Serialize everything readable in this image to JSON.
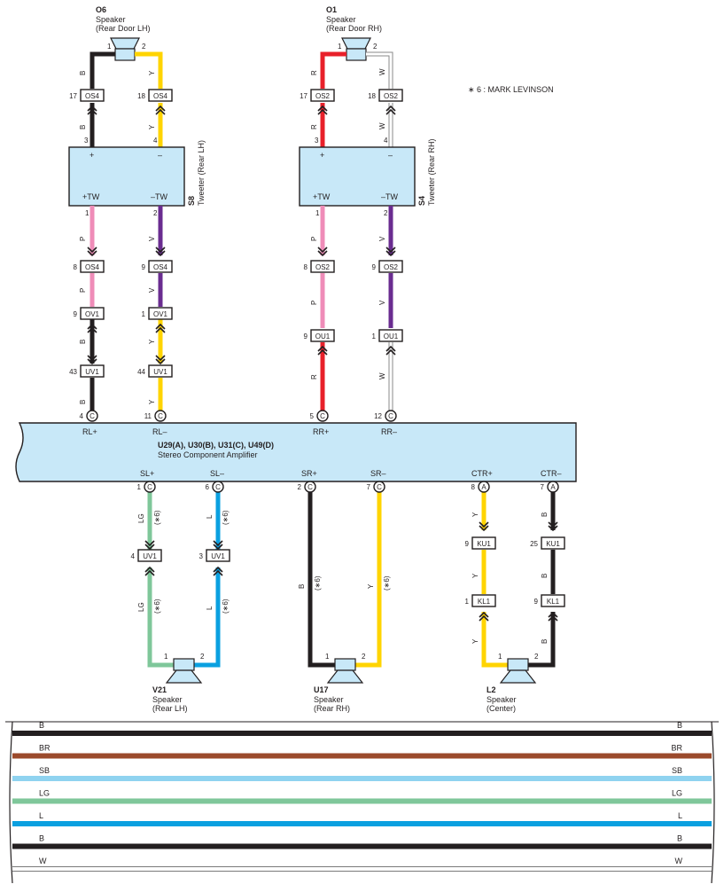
{
  "note": "∗ 6 : MARK LEVINSON",
  "speakers": {
    "o6": {
      "code": "O6",
      "line1": "Speaker",
      "line2": "(Rear Door LH)"
    },
    "o1": {
      "code": "O1",
      "line1": "Speaker",
      "line2": "(Rear Door RH)"
    },
    "v21": {
      "code": "V21",
      "line1": "Speaker",
      "line2": "(Rear LH)"
    },
    "u17": {
      "code": "U17",
      "line1": "Speaker",
      "line2": "(Rear RH)"
    },
    "l2": {
      "code": "L2",
      "line1": "Speaker",
      "line2": "(Center)"
    }
  },
  "tweeters": {
    "s8": {
      "code": "S8",
      "name": "Tweeter (Rear LH)",
      "plus": "+",
      "minus": "–",
      "tw_plus": "+TW",
      "tw_minus": "–TW"
    },
    "s4": {
      "code": "S4",
      "name": "Tweeter (Rear RH)",
      "plus": "+",
      "minus": "–",
      "tw_plus": "+TW",
      "tw_minus": "–TW"
    }
  },
  "amplifier": {
    "title": "U29(A), U30(B), U31(C), U49(D)",
    "name": "Stereo Component Amplifier",
    "terminals_top": [
      "RL+",
      "RL–",
      "RR+",
      "RR–"
    ],
    "terminals_bottom": [
      "SL+",
      "SL–",
      "SR+",
      "SR–",
      "CTR+",
      "CTR–"
    ]
  },
  "connectors": {
    "os4": "OS4",
    "os2": "OS2",
    "ov1": "OV1",
    "uv1": "UV1",
    "ou1": "OU1",
    "ku1": "KU1",
    "kl1": "KL1",
    "c": "C",
    "a": "A"
  },
  "pins": {
    "o6_1": "1",
    "o6_2": "2",
    "o1_1": "1",
    "o1_2": "2",
    "os4_17": "17",
    "os4_18": "18",
    "os2_17": "17",
    "os2_18": "18",
    "s8_3": "3",
    "s8_4": "4",
    "s8_1": "1",
    "s8_2": "2",
    "s4_3": "3",
    "s4_4": "4",
    "s4_1": "1",
    "s4_2": "2",
    "os4_8": "8",
    "os4_9": "9",
    "os2_8": "8",
    "os2_9": "9",
    "ov1_9": "9",
    "ov1_1": "1",
    "ou1_9": "9",
    "ou1_1": "1",
    "uv1_43": "43",
    "uv1_44": "44",
    "amp_4": "4",
    "amp_11": "11",
    "amp_5": "5",
    "amp_12": "12",
    "amp_1": "1",
    "amp_6": "6",
    "amp_2": "2",
    "amp_7": "7",
    "amp_8": "8",
    "amp_7b": "7",
    "uv1_4": "4",
    "uv1_3": "3",
    "ku1_9": "9",
    "ku1_25": "25",
    "kl1_1": "1",
    "kl1_9": "9",
    "v21_1": "1",
    "v21_2": "2",
    "u17_1": "1",
    "u17_2": "2",
    "l2_1": "1",
    "l2_2": "2"
  },
  "wire_labels": {
    "b": "B",
    "y": "Y",
    "r": "R",
    "w": "W",
    "p": "P",
    "v": "V",
    "lg": "LG",
    "l": "L",
    "note6": "(∗6)"
  },
  "legend": [
    {
      "code": "B",
      "color": "#231f20"
    },
    {
      "code": "BR",
      "color": "#9b4a2c"
    },
    {
      "code": "SB",
      "color": "#8fd3f0"
    },
    {
      "code": "LG",
      "color": "#7fc79a"
    },
    {
      "code": "L",
      "color": "#0aa0e0"
    },
    {
      "code": "B",
      "color": "#231f20"
    },
    {
      "code": "W",
      "color": "#ffffff"
    }
  ],
  "colors": {
    "black": "#231f20",
    "yellow": "#ffd400",
    "red": "#e8202a",
    "pink": "#ef8cb8",
    "violet": "#6a2c90",
    "lightgreen": "#7fc79a",
    "blue": "#0aa0e0",
    "box": "#c8e8f8"
  }
}
